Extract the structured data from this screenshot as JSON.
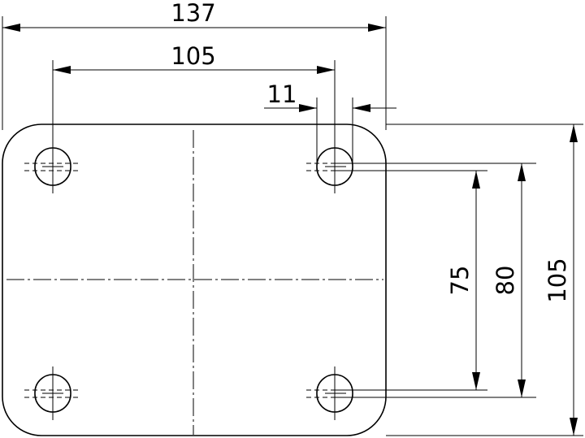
{
  "drawing": {
    "plate": {
      "overall_width": "137",
      "overall_height": "105"
    },
    "holes": {
      "horizontal_spacing": "105",
      "slot_length": "11",
      "vertical_spacing_min": "75",
      "vertical_spacing_max": "80"
    }
  }
}
